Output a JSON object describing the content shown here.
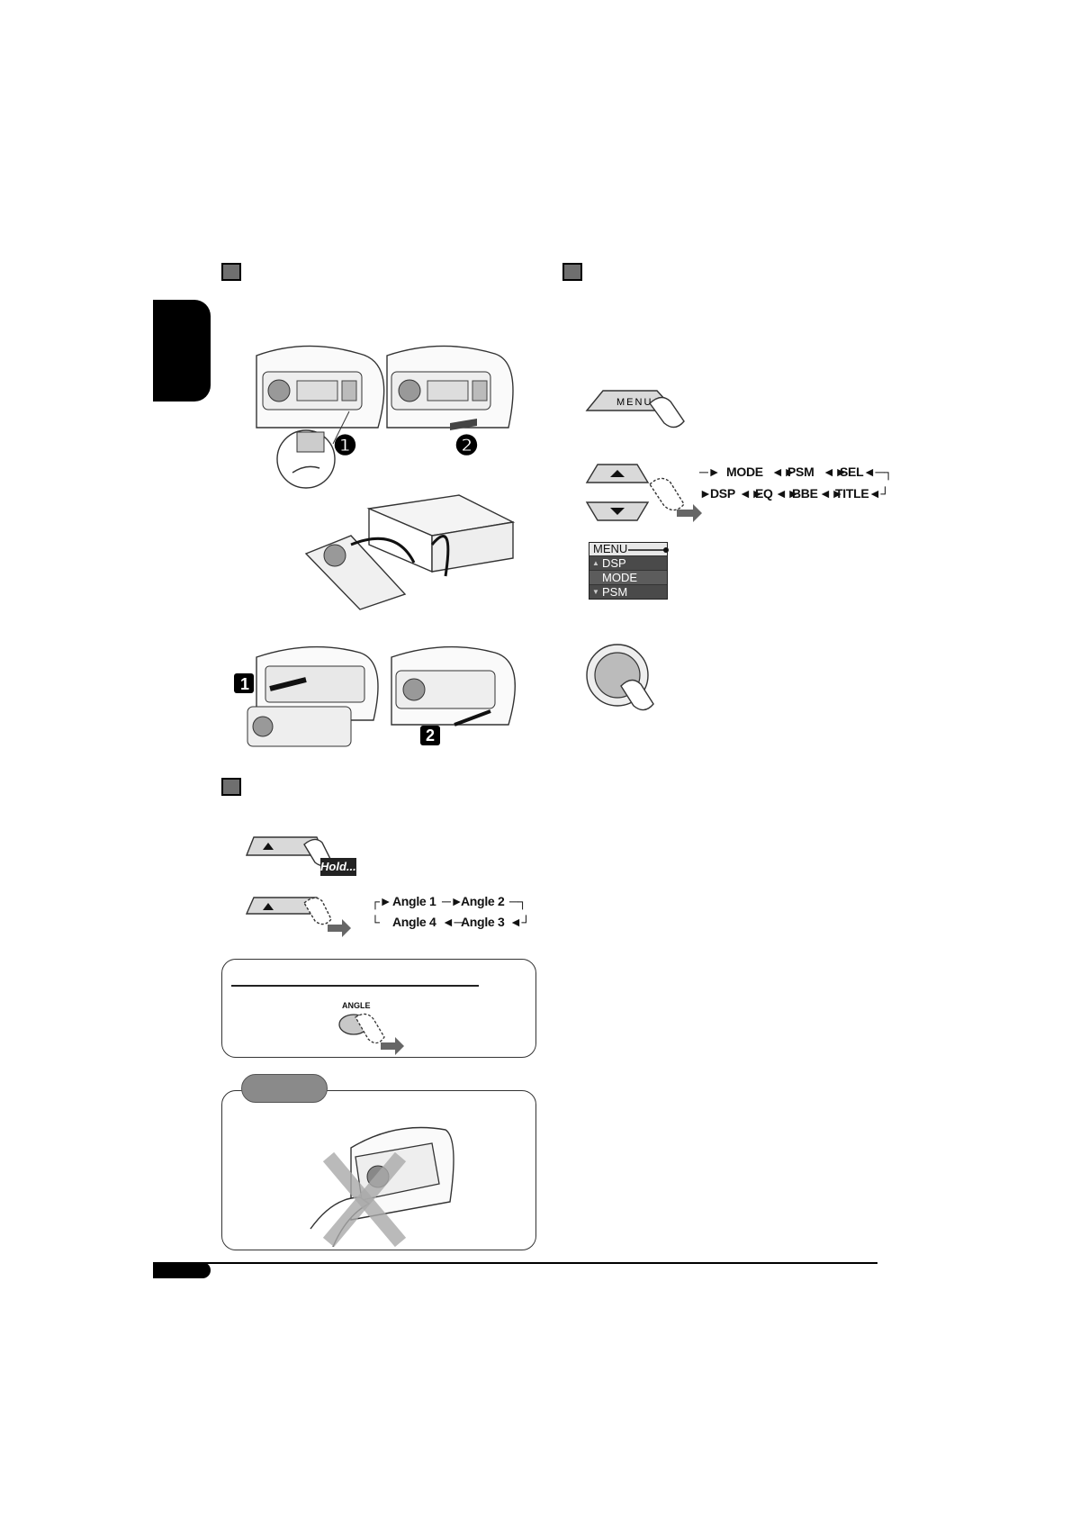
{
  "menu_sequence": {
    "top": [
      "MODE",
      "PSM",
      "SEL"
    ],
    "bottom": [
      "DSP",
      "EQ",
      "BBE",
      "TITLE"
    ]
  },
  "menu_display": {
    "header": "MENU",
    "items": [
      "DSP",
      "MODE",
      "PSM"
    ],
    "selected_index": 1
  },
  "buttons": {
    "menu": "MENU",
    "angle": "ANGLE",
    "hold": "Hold....",
    "eject_symbol": "⏏ / ⟐"
  },
  "angle_sequence": {
    "top": [
      "Angle 1",
      "Angle 2"
    ],
    "bottom": [
      "Angle 4",
      "Angle 3"
    ]
  },
  "step_numbers": {
    "detach_1": "❶",
    "detach_2": "❷",
    "attach_1": "1",
    "attach_2": "2"
  }
}
